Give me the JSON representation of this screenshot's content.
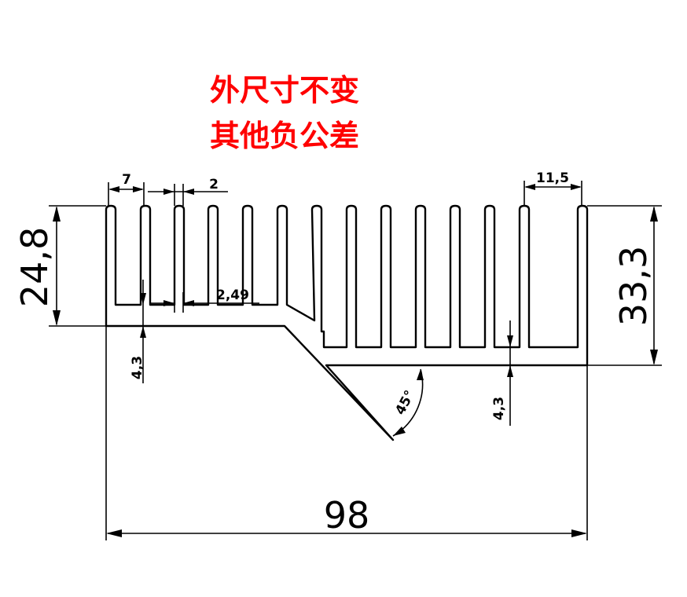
{
  "notes": {
    "line1": "外尺寸不变",
    "line2": "其他负公差"
  },
  "dimensions": {
    "overall_width": "98",
    "left_height": "24,8",
    "right_height": "33,3",
    "fin_pitch": "7",
    "fin_thickness": "2",
    "fin_pitch_right": "11,5",
    "gap_width": "2,49",
    "base_left": "4,3",
    "base_right": "4,3",
    "angle": "45°"
  },
  "colors": {
    "note": "#ff0000",
    "line": "#000000",
    "background": "#ffffff"
  }
}
